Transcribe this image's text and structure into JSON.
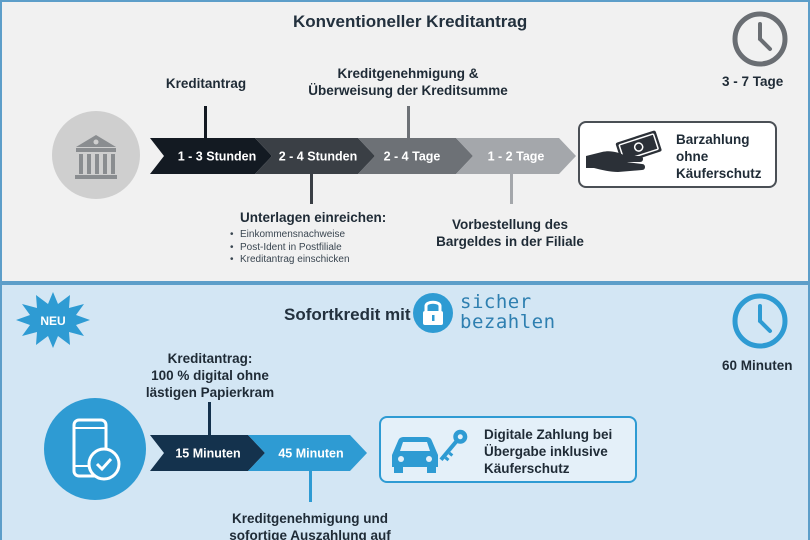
{
  "conventional": {
    "title": "Konventioneller Kreditantrag",
    "duration": "3 - 7 Tage",
    "icon": "bank-icon",
    "steps": [
      "1 - 3 Stunden",
      "2 - 4 Stunden",
      "2 - 4 Tage",
      "1 - 2 Tage"
    ],
    "step_colors": [
      "#131a22",
      "#3a3f45",
      "#6d7176",
      "#a4a7ab"
    ],
    "label_kreditantrag": "Kreditantrag",
    "label_genehmigung": "Kreditgenehmigung &\nÜberweisung der Kreditsumme",
    "label_unterlagen": "Unterlagen einreichen:",
    "unterlagen_items": [
      "Einkommensnachweise",
      "Post-Ident in Postfiliale",
      "Kreditantrag einschicken"
    ],
    "label_vorbestellung": "Vorbestellung des\nBargeldes in der Filiale",
    "result": "Barzahlung\nohne\nKäuferschutz",
    "result_icon": "cash-hand-icon"
  },
  "sofort": {
    "badge": "NEU",
    "title": "Sofortkredit mit",
    "logo_top": "sicher",
    "logo_bottom": "bezahlen",
    "logo_icon": "lock-icon",
    "duration": "60 Minuten",
    "icon": "smartphone-check-icon",
    "steps": [
      "15 Minuten",
      "45 Minuten"
    ],
    "step_colors": [
      "#14324d",
      "#2e9bd3"
    ],
    "label_kreditantrag": "Kreditantrag:\n100 % digital ohne\nlästigen Papierkram",
    "label_genehmigung": "Kreditgenehmigung und\nsofortige Auszahlung auf",
    "result": "Digitale Zahlung bei\nÜbergabe inklusive\nKäuferschutz",
    "result_icon": "car-key-icon"
  },
  "colors": {
    "accent_blue": "#2e9bd3",
    "panel_border": "#5d9ec9",
    "dark": "#131a22"
  }
}
